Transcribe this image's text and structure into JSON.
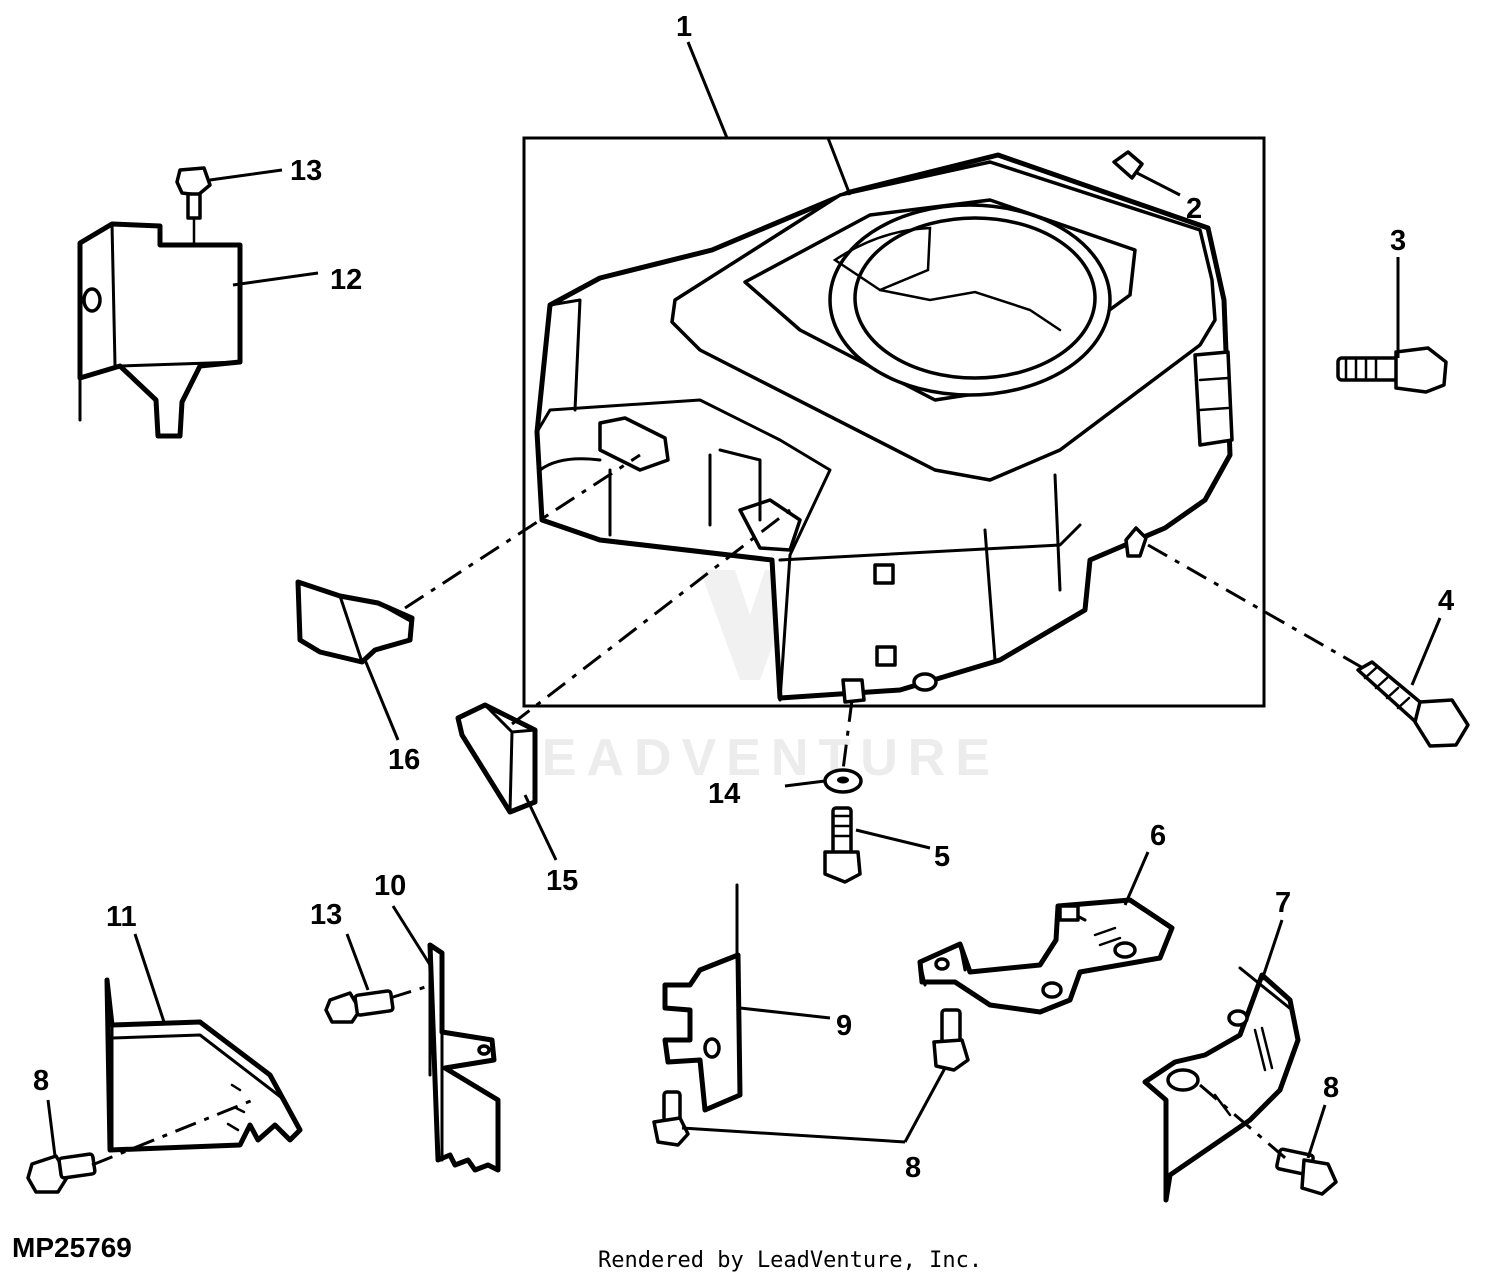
{
  "figure_id": "MP25769",
  "footer": "Rendered by LeadVenture, Inc.",
  "watermark": "LEADVENTURE",
  "callouts": {
    "c1": "1",
    "c2": "2",
    "c3": "3",
    "c4": "4",
    "c5": "5",
    "c6": "6",
    "c7": "7",
    "c8a": "8",
    "c8b": "8",
    "c8c": "8",
    "c9": "9",
    "c10": "10",
    "c11": "11",
    "c12": "12",
    "c13a": "13",
    "c13b": "13",
    "c14": "14",
    "c15": "15",
    "c16": "16"
  },
  "colors": {
    "line": "#000000",
    "background": "#ffffff",
    "watermark": "#ececec"
  }
}
